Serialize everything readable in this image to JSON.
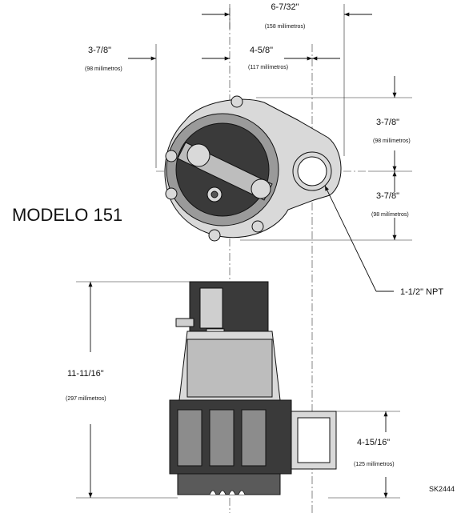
{
  "model_label": "MODELO 151",
  "sketch_id": "SK2444",
  "dimensions": {
    "top_width": {
      "value": "6-7/32\"",
      "metric": "(158 milímetros)"
    },
    "left_offset": {
      "value": "3-7/8\"",
      "metric": "(98 milímetros)"
    },
    "mid_offset": {
      "value": "4-5/8\"",
      "metric": "(117 milímetros)"
    },
    "right_upper": {
      "value": "3-7/8\"",
      "metric": "(98 milímetros)"
    },
    "right_lower": {
      "value": "3-7/8\"",
      "metric": "(98 milímetros)"
    },
    "height_total": {
      "value": "11-11/16\"",
      "metric": "(297 milímetros)"
    },
    "discharge_height": {
      "value": "4-15/16\"",
      "metric": "(125 milímetros)"
    }
  },
  "callouts": {
    "discharge": "1-1/2\" NPT"
  }
}
